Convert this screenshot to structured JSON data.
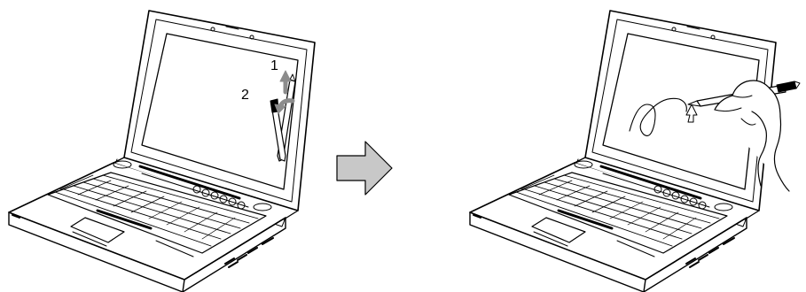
{
  "steps": [
    {
      "number": "1"
    },
    {
      "number": "2"
    }
  ],
  "colors": {
    "line": "#000000",
    "motion_arrow": "#8c8c8c",
    "flow_arrow": "#c8c8c8",
    "paper": "#ffffff"
  },
  "icons": [
    "laptop",
    "stylus-pen",
    "motion-arrow",
    "flow-arrow",
    "hand",
    "cursor-arrow"
  ]
}
